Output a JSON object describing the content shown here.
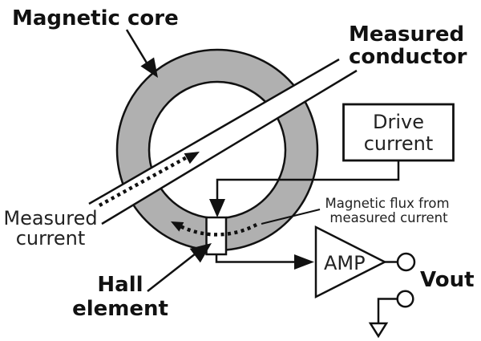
{
  "diagram": {
    "type": "hall-effect-current-sensor-diagram",
    "labels": {
      "magnetic_core": "Magnetic core",
      "measured_conductor": {
        "line1": "Measured",
        "line2": "conductor"
      },
      "drive_current": {
        "line1": "Drive",
        "line2": "current"
      },
      "measured_current": {
        "line1": "Measured",
        "line2": "current"
      },
      "magnetic_flux": {
        "line1": "Magnetic flux from",
        "line2": "measured current"
      },
      "hall_element": {
        "line1": "Hall",
        "line2": "element"
      },
      "amp": "AMP",
      "vout": "Vout"
    },
    "colors": {
      "core_fill": "#b0b0b0",
      "line": "#111111",
      "background": "#ffffff"
    }
  }
}
